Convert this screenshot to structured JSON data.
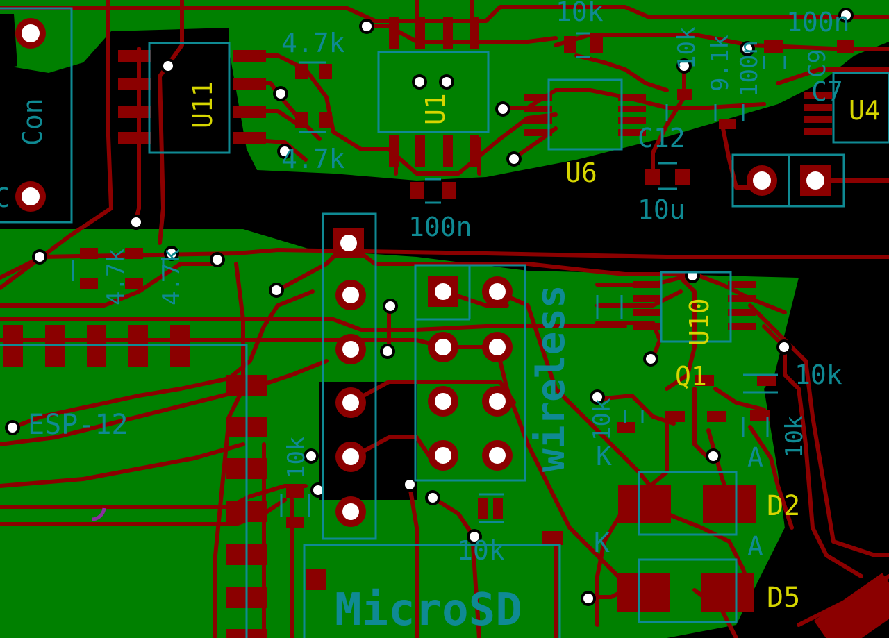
{
  "viewer": {
    "colors": {
      "background": "#000000",
      "copper_pour": "#008000",
      "copper_track": "#8b0000",
      "pad": "#8b0000",
      "silkscreen": "#0f8a93",
      "reference": "#d6d600",
      "via_ring": "#ffffff"
    },
    "labels": {
      "con_top": "Con",
      "con_bottom": "C",
      "r_4k7_a": "4.7k",
      "r_4k7_b": "4.7k",
      "r_4k7_c": "4.7k",
      "r_4k7_d": "4.7k",
      "u11": "U11",
      "u1": "U1",
      "r_10k_top": "10k",
      "c_100n_top": "100n",
      "r_10k_vert": "10k",
      "r_9k1": "9.1k",
      "c_100n_vert": "100n",
      "c9": "C9",
      "c7": "C7",
      "u4": "U4",
      "c12": "C12",
      "u6": "U6",
      "c_10u": "10u",
      "c_100n_mid": "100n",
      "esp12": "ESP-12",
      "wireless": "wireless",
      "u10": "U10",
      "q1": "Q1",
      "r_10k_right": "10k",
      "r_10k_q": "10k",
      "r_10k_q2": "10k",
      "k1": "K",
      "a1": "A",
      "d2": "D2",
      "k2": "K",
      "a2": "A",
      "d5": "D5",
      "r_10k_left": "10k",
      "r_10k_bottom": "10k",
      "microsd": "MicroSD"
    }
  }
}
